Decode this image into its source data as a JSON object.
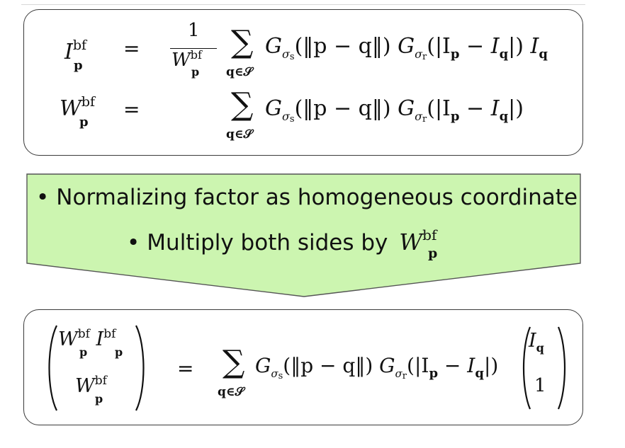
{
  "top_equations": {
    "eq1": {
      "lhs_symbol": "I",
      "lhs_sup": "bf",
      "lhs_sub": "p",
      "equals": "=",
      "frac_num": "1",
      "frac_den_symbol": "W",
      "frac_den_sup": "bf",
      "frac_den_sub": "p",
      "sum_symbol": "∑",
      "sum_under": "q∈𝒮",
      "body_g1": "G",
      "body_g1_sub": "σ",
      "body_g1_subsub": "s",
      "body_arg1": "(‖p − q‖)",
      "body_g2": "G",
      "body_g2_sub": "σ",
      "body_g2_subsub": "r",
      "body_arg2": "(|I",
      "body_arg2_sub1": "p",
      "body_arg2_mid": " − I",
      "body_arg2_sub2": "q",
      "body_arg2_end": "|)",
      "body_tail": "I",
      "body_tail_sub": "q"
    },
    "eq2": {
      "lhs_symbol": "W",
      "lhs_sup": "bf",
      "lhs_sub": "p",
      "equals": "=",
      "sum_symbol": "∑",
      "sum_under": "q∈𝒮",
      "body_g1": "G",
      "body_g1_sub": "σ",
      "body_g1_subsub": "s",
      "body_arg1": "(‖p − q‖)",
      "body_g2": "G",
      "body_g2_sub": "σ",
      "body_g2_subsub": "r",
      "body_arg2": "(|I",
      "body_arg2_sub1": "p",
      "body_arg2_mid": " − I",
      "body_arg2_sub2": "q",
      "body_arg2_end": "|)"
    }
  },
  "callout": {
    "bullet": "•",
    "line1": "Normalizing factor as homogeneous coordinate",
    "line2": "Multiply both sides by",
    "line2_symbol": "W",
    "line2_sup": "bf",
    "line2_sub": "p",
    "fill_color": "#ccf5b0",
    "border_color": "#555555"
  },
  "bottom_equation": {
    "vec_left_top_a": "W",
    "vec_left_top_a_sup": "bf",
    "vec_left_top_a_sub": "p",
    "vec_left_top_b": "I",
    "vec_left_top_b_sup": "bf",
    "vec_left_top_b_sub": "p",
    "vec_left_bottom": "W",
    "vec_left_bottom_sup": "bf",
    "vec_left_bottom_sub": "p",
    "equals": "=",
    "sum_symbol": "∑",
    "sum_under": "q∈𝒮",
    "body_g1": "G",
    "body_g1_sub": "σ",
    "body_g1_subsub": "s",
    "body_arg1": "(‖p − q‖)",
    "body_g2": "G",
    "body_g2_sub": "σ",
    "body_g2_subsub": "r",
    "body_arg2": "(|I",
    "body_arg2_sub1": "p",
    "body_arg2_mid": " − I",
    "body_arg2_sub2": "q",
    "body_arg2_end": "|)",
    "vec_right_top": "I",
    "vec_right_top_sub": "q",
    "vec_right_bottom": "1"
  }
}
